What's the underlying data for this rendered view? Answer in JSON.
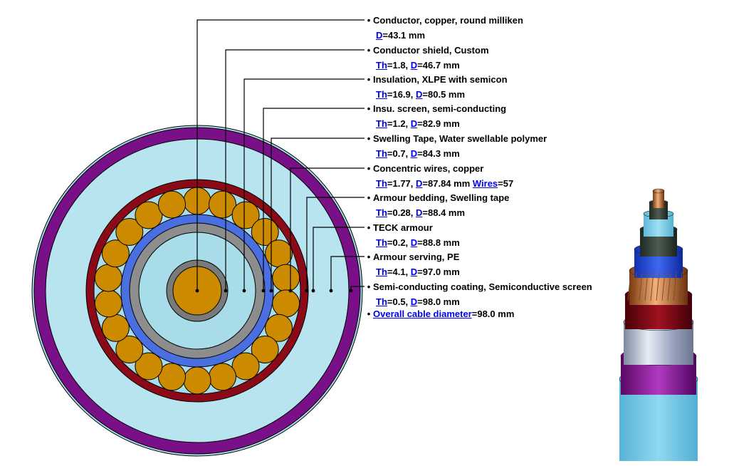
{
  "colors": {
    "conductor": "#cc8a00",
    "conductor_shield": "#7a7a7a",
    "insulation": "#a8dce8",
    "insu_screen": "#8d8d8d",
    "swelling_tape": "#4a6fe0",
    "concentric_wires": "#cc8a00",
    "armour_bedding": "#a8dce8",
    "armour": "#8a0a18",
    "outer_light": "#b7e4ef",
    "serving": "#7a1088",
    "semicon_coating": "#a8dce8",
    "outline": "#000000",
    "link": "#0000ee"
  },
  "layers": [
    {
      "title": "Conductor, copper, round milliken",
      "values": [
        {
          "key": "D",
          "text": "=43.1 mm"
        }
      ]
    },
    {
      "title": "Conductor shield, Custom",
      "values": [
        {
          "key": "Th",
          "text": "=1.8, "
        },
        {
          "key": "D",
          "text": "=46.7 mm"
        }
      ]
    },
    {
      "title": "Insulation, XLPE with semicon",
      "values": [
        {
          "key": "Th",
          "text": "=16.9, "
        },
        {
          "key": "D",
          "text": "=80.5 mm"
        }
      ]
    },
    {
      "title": "Insu. screen, semi-conducting",
      "values": [
        {
          "key": "Th",
          "text": "=1.2, "
        },
        {
          "key": "D",
          "text": "=82.9 mm"
        }
      ]
    },
    {
      "title": "Swelling Tape, Water swellable polymer",
      "values": [
        {
          "key": "Th",
          "text": "=0.7, "
        },
        {
          "key": "D",
          "text": "=84.3 mm"
        }
      ]
    },
    {
      "title": "Concentric wires, copper",
      "values": [
        {
          "key": "Th",
          "text": "=1.77, "
        },
        {
          "key": "D",
          "text": "=87.84 mm "
        },
        {
          "key": "Wires",
          "text": "=57"
        }
      ]
    },
    {
      "title": "Armour bedding, Swelling tape",
      "values": [
        {
          "key": "Th",
          "text": "=0.28, "
        },
        {
          "key": "D",
          "text": "=88.4 mm"
        }
      ]
    },
    {
      "title": "TECK armour",
      "values": [
        {
          "key": "Th",
          "text": "=0.2, "
        },
        {
          "key": "D",
          "text": "=88.8 mm"
        }
      ]
    },
    {
      "title": "Armour serving, PE",
      "values": [
        {
          "key": "Th",
          "text": "=4.1, "
        },
        {
          "key": "D",
          "text": "=97.0 mm"
        }
      ]
    },
    {
      "title": "Semi-conducting coating, Semiconductive screen",
      "values": [
        {
          "key": "Th",
          "text": "=0.5, "
        },
        {
          "key": "D",
          "text": "=98.0 mm"
        }
      ]
    }
  ],
  "overall": {
    "link": "Overall cable diameter",
    "text": "=98.0 mm"
  },
  "concentric_wire_count": 57
}
